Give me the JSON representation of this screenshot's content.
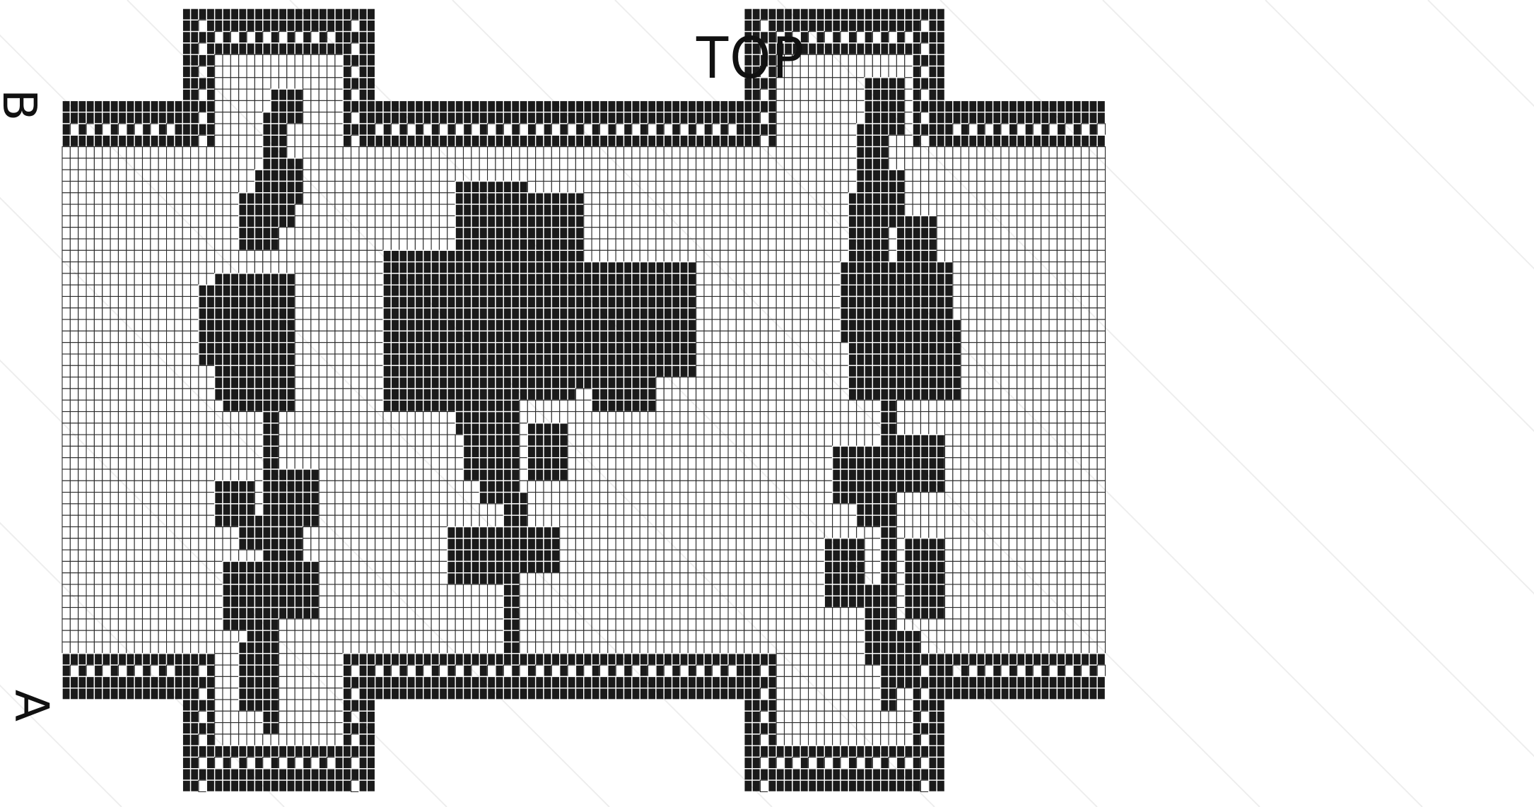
{
  "labels": {
    "top": "TOP",
    "b": "B",
    "a": "A"
  },
  "colors": {
    "ink": "#1a1a1a",
    "paper": "#ffffff",
    "grid": "#2a2a2a"
  },
  "pattern": {
    "grid_cols": 130,
    "grid_rows": 68,
    "motifs": [
      "left-rose-stem",
      "center-rose-bouquet",
      "right-rose-stem"
    ],
    "border": "checkered-block-border"
  }
}
